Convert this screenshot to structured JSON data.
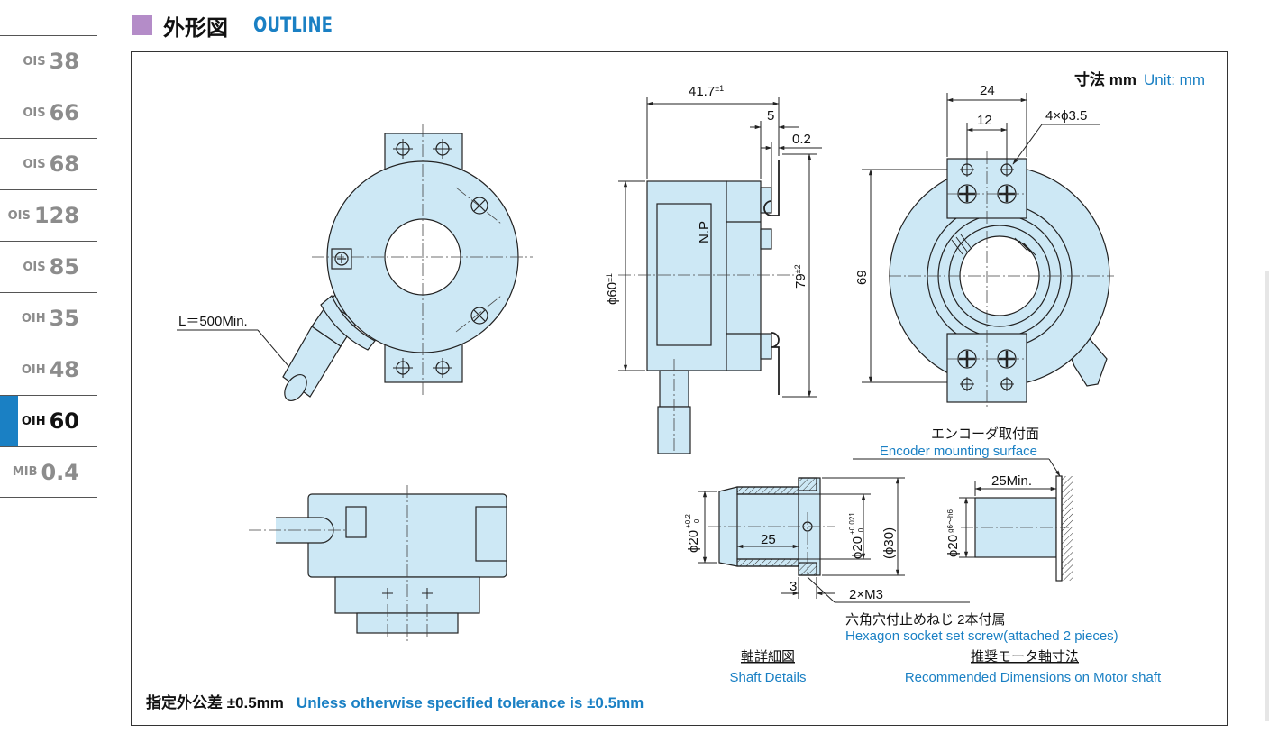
{
  "nav": {
    "items": [
      {
        "prefix": "OIS",
        "num": "38"
      },
      {
        "prefix": "OIS",
        "num": "66"
      },
      {
        "prefix": "OIS",
        "num": "68"
      },
      {
        "prefix": "OIS",
        "num": "128"
      },
      {
        "prefix": "OIS",
        "num": "85"
      },
      {
        "prefix": "OIH",
        "num": "35"
      },
      {
        "prefix": "OIH",
        "num": "48"
      },
      {
        "prefix": "OIH",
        "num": "60"
      },
      {
        "prefix": "MIB",
        "num": "0.4"
      }
    ],
    "active_index": 7
  },
  "header": {
    "title_jp": "外形図",
    "title_en": "OUTLINE"
  },
  "unit": {
    "jp": "寸法 mm",
    "en": "Unit: mm"
  },
  "tolerance": {
    "jp": "指定外公差 ±0.5mm",
    "en": "Unless otherwise specified tolerance is ±0.5mm"
  },
  "labels": {
    "cable_length": "L＝500Min.",
    "np": "N.P",
    "dim_41_7": "41.7",
    "dim_41_7_tol": "±1",
    "dim_5": "5",
    "dim_0_2": "0.2",
    "dim_phi60": "ϕ60",
    "dim_phi60_tol": "±1",
    "dim_79": "79",
    "dim_79_tol": "±2",
    "dim_24": "24",
    "dim_12": "12",
    "dim_4xphi35": "4×ϕ3.5",
    "dim_69": "69",
    "mount_surface_jp": "エンコーダ取付面",
    "mount_surface_en": "Encoder mounting surface",
    "dim_25min": "25Min.",
    "dim_phi20_left": "ϕ20",
    "dim_phi20_left_tol_top": "+0.2",
    "dim_phi20_left_tol_bot": "0",
    "dim_25": "25",
    "dim_phi20_right": "ϕ20",
    "dim_phi20_right_tol_top": "+0.021",
    "dim_phi20_right_tol_bot": "0",
    "dim_phi30": "(ϕ30)",
    "dim_3": "3",
    "dim_2xm3": "2×M3",
    "dim_phi20_motor": "ϕ20",
    "dim_phi20_motor_tol": "g6～h6",
    "setscrew_jp": "六角穴付止めねじ  2本付属",
    "setscrew_en": "Hexagon socket set screw(attached 2 pieces)",
    "shaft_details_jp": "軸詳細図",
    "shaft_details_en": "Shaft Details",
    "motor_shaft_jp": "推奨モータ軸寸法",
    "motor_shaft_en": "Recommended Dimensions on Motor shaft"
  },
  "colors": {
    "accent": "#1a80c4",
    "part_fill": "#cde8f5",
    "header_square": "#b48cc8"
  }
}
